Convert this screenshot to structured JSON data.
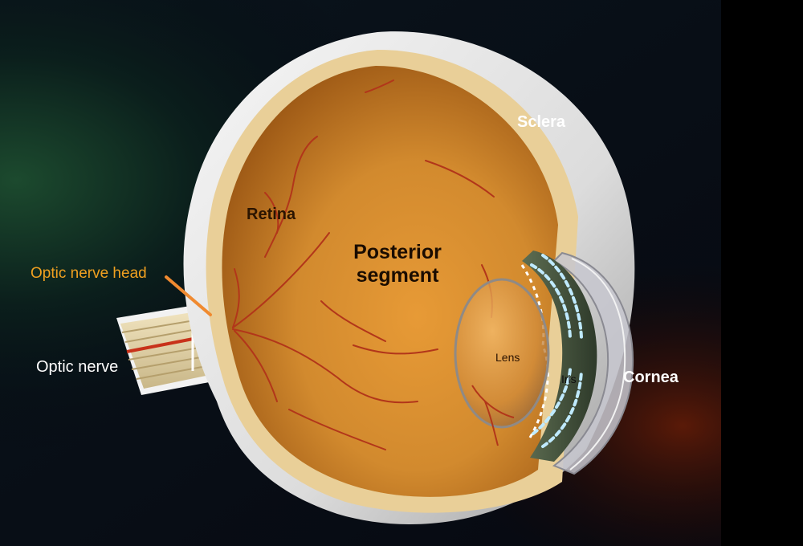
{
  "labels": {
    "sclera": "Sclera",
    "retina": "Retina",
    "posterior_segment": "Posterior\nsegment",
    "optic_nerve_head": "Optic nerve head",
    "optic_nerve": "Optic nerve",
    "lens": "Lens",
    "iris": "Iris",
    "cornea": "Cornea"
  },
  "colors": {
    "background": "#000000",
    "optic_nerve_head_label": "#f0a020",
    "pointer_arrow": "#f08a30",
    "retina_fill": "#d98e2e",
    "sclera_shell": "#e6e6e6",
    "vessels": "#b2361a"
  }
}
